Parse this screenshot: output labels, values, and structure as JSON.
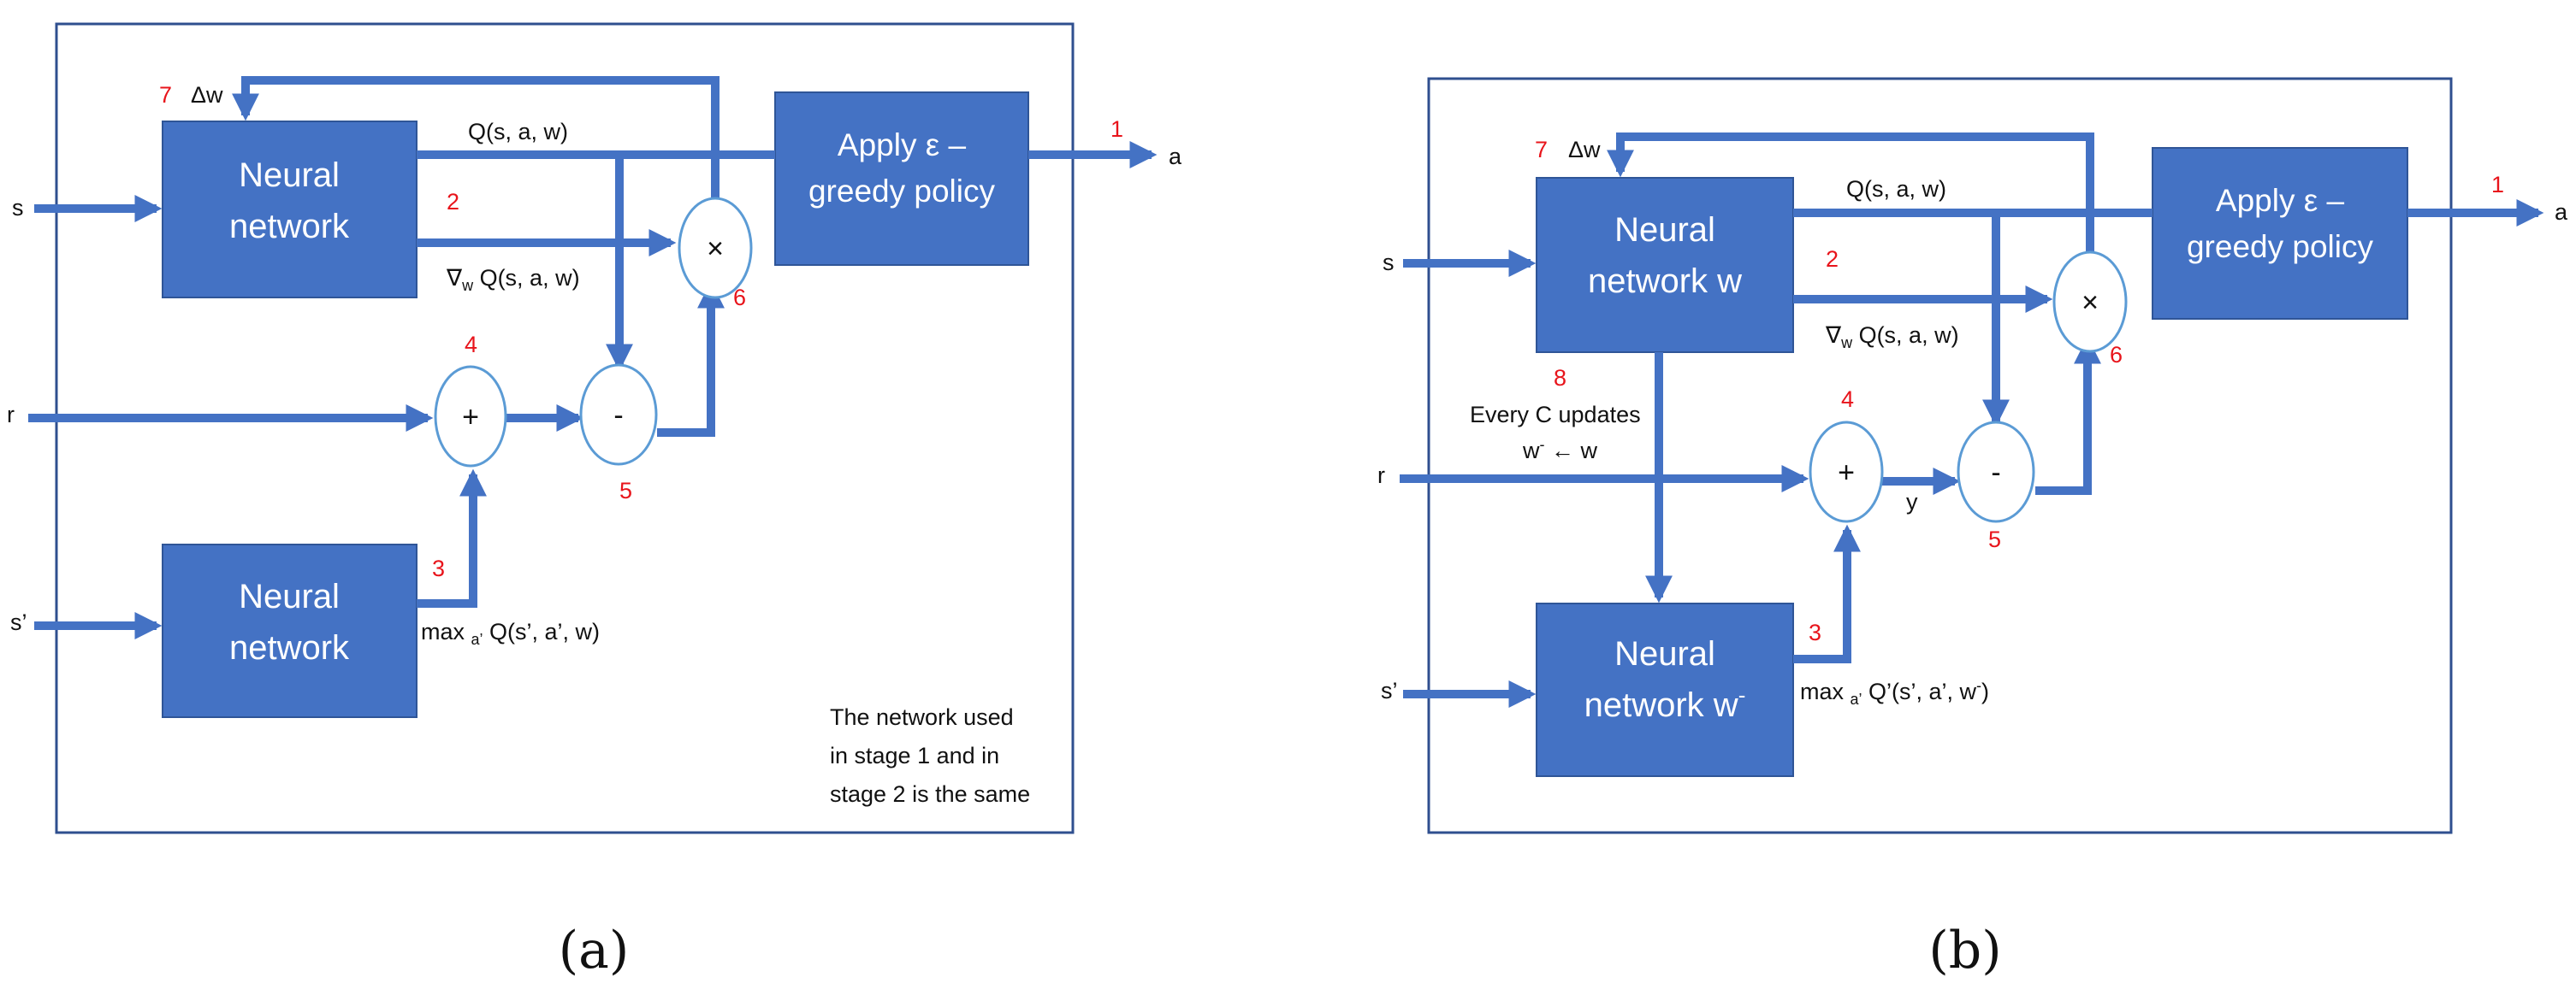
{
  "colors": {
    "block": "#4472c4",
    "frame": "#2f4f8f",
    "ring": "#5b9bd5",
    "number": "#e8141b",
    "text": "#111111"
  },
  "panel_a": {
    "caption": "(a)",
    "nn_top": [
      "Neural",
      "network"
    ],
    "nn_bottom": [
      "Neural",
      "network"
    ],
    "policy": [
      "Apply ε –",
      "greedy policy"
    ],
    "ops": {
      "plus": "+",
      "minus": "-",
      "times": "×"
    },
    "inputs": {
      "s": "s",
      "r": "r",
      "s_prime": "s’"
    },
    "output": "a",
    "labels": {
      "dw": "Δw",
      "q": "Q(s, a, w)",
      "grad_sym": "∇",
      "grad_sub": "w",
      "grad_rest": " Q(s, a, w)",
      "max_pre": "max ",
      "max_sub": "a’",
      "max_rest": " Q(s’, a’, w)"
    },
    "numbers": {
      "n1": "1",
      "n2": "2",
      "n3": "3",
      "n4": "4",
      "n5": "5",
      "n6": "6",
      "n7": "7"
    },
    "note": [
      "The network used",
      "in stage 1 and in",
      "stage 2 is the same"
    ]
  },
  "panel_b": {
    "caption": "(b)",
    "nn_top": [
      "Neural",
      "network w"
    ],
    "nn_bottom_1": "Neural",
    "nn_bottom_2": "network w",
    "nn_bottom_sup": "-",
    "policy": [
      "Apply ε –",
      "greedy policy"
    ],
    "ops": {
      "plus": "+",
      "minus": "-",
      "times": "×"
    },
    "inputs": {
      "s": "s",
      "r": "r",
      "s_prime": "s’"
    },
    "output": "a",
    "labels": {
      "dw": "Δw",
      "q": "Q(s, a, w)",
      "grad_sym": "∇",
      "grad_sub": "w",
      "grad_rest": " Q(s, a, w)",
      "max_pre": "max ",
      "max_sub": "a’",
      "max_mid": " Q’(s’, a’, w",
      "max_sup": "-",
      "max_end": ")",
      "y": "y",
      "every_c": "Every C updates",
      "assign_w": "w",
      "assign_sup": "-",
      "assign_rest": " ← w"
    },
    "numbers": {
      "n1": "1",
      "n2": "2",
      "n3": "3",
      "n4": "4",
      "n5": "5",
      "n6": "6",
      "n7": "7",
      "n8": "8"
    }
  }
}
